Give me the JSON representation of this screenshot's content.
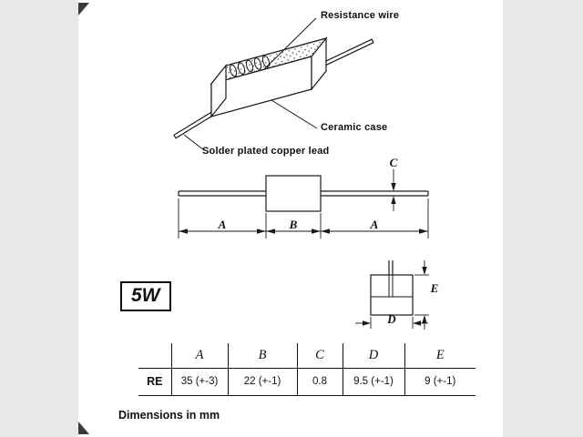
{
  "colors": {
    "line": "#1a1a1a",
    "background": "#ffffff",
    "side_band": "#e8e8e8"
  },
  "callouts": {
    "resistance_wire": "Resistance wire",
    "ceramic_case": "Ceramic case",
    "solder_lead": "Solder plated copper lead"
  },
  "dimensions": {
    "a_left": "A",
    "b": "B",
    "a_right": "A",
    "c": "C",
    "d": "D",
    "e": "E"
  },
  "power_rating": "5W",
  "table": {
    "headers": [
      "A",
      "B",
      "C",
      "D",
      "E"
    ],
    "row_label": "RE",
    "values": [
      "35 (+-3)",
      "22 (+-1)",
      "0.8",
      "9.5 (+-1)",
      "9 (+-1)"
    ]
  },
  "footer": "Dimensions in mm"
}
